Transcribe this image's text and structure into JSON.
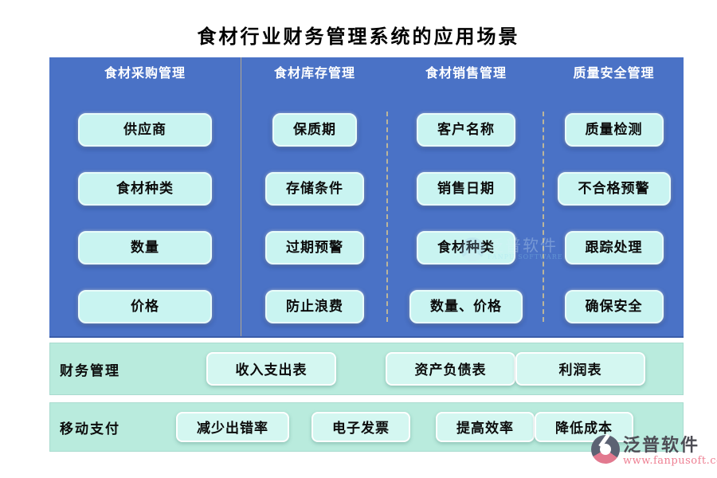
{
  "title": "食材行业财务管理系统的应用场景",
  "panel": {
    "columns": [
      {
        "header": "食材采购管理",
        "items": [
          "供应商",
          "食材种类",
          "数量",
          "价格"
        ]
      },
      {
        "header": "食材库存管理",
        "items": [
          "保质期",
          "存储条件",
          "过期预警",
          "防止浪费"
        ]
      },
      {
        "header": "食材销售管理",
        "items": [
          "客户名称",
          "销售日期",
          "食材种类",
          "数量、价格"
        ]
      },
      {
        "header": "质量安全管理",
        "items": [
          "质量检测",
          "不合格预警",
          "跟踪处理",
          "确保安全"
        ]
      }
    ]
  },
  "rows": [
    {
      "label": "财务管理",
      "items": [
        "收入支出表",
        "资产负债表",
        "利润表"
      ]
    },
    {
      "label": "移动支付",
      "items": [
        "减少出错率",
        "电子发票",
        "提高效率",
        "降低成本"
      ]
    }
  ],
  "watermark": {
    "brand": "泛普软件",
    "brand_en": "FANPU SOFTWARE",
    "url": "www.fanpusoft.com"
  },
  "colors": {
    "panel_blue": "#4a72c6",
    "chip_cyan": "#c9f4f1",
    "band_mint": "#b9ebdd",
    "pill_mint": "#d4f7f1",
    "watermark_pink": "#ee7f92",
    "watermark_dark": "#5c6273"
  }
}
